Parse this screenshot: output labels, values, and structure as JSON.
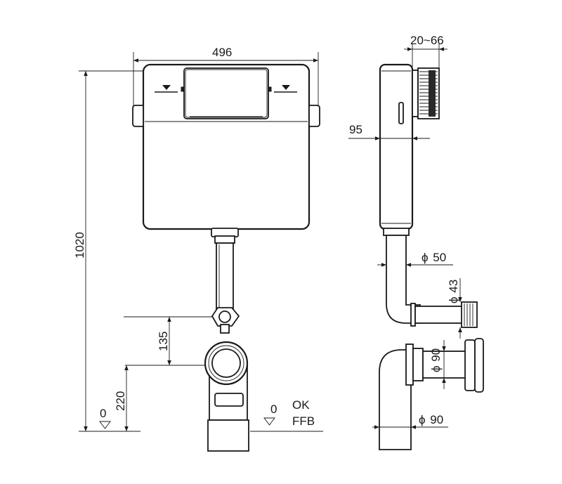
{
  "dimensions": {
    "width": "496",
    "height": "1020",
    "depth": "95",
    "flush_plate_range": "20~66",
    "pipe_a": "50",
    "pipe_b": "43",
    "pipe_c": "90",
    "pipe_d": "90",
    "outlet_height": "135",
    "floor_height": "220",
    "zero_left": "0"
  },
  "labels": {
    "zero_ok": "0",
    "ok": "OK",
    "ffb": "FFB",
    "phi": "ϕ"
  },
  "colors": {
    "line": "#1a1a1a",
    "background": "#ffffff"
  }
}
